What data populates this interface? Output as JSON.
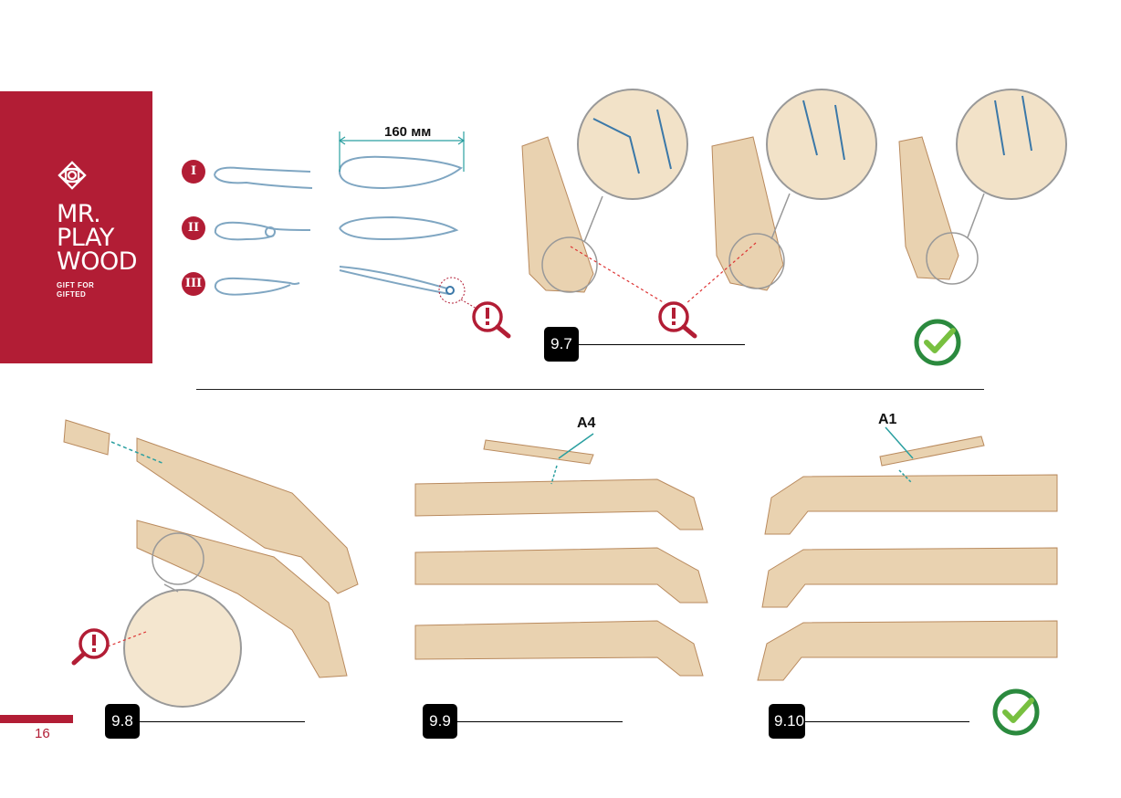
{
  "brand": {
    "name_lines": [
      "MR.",
      "PLAY",
      "WOOD"
    ],
    "tagline_lines": [
      "GIFT FOR",
      "GIFTED"
    ],
    "color": "#b21d35"
  },
  "page_number": "16",
  "variants": [
    {
      "numeral": "I"
    },
    {
      "numeral": "II"
    },
    {
      "numeral": "III"
    }
  ],
  "band": {
    "length_label": "160 мм"
  },
  "steps": {
    "s97": "9.7",
    "s98": "9.8",
    "s99": "9.9",
    "s910": "9.10"
  },
  "parts": {
    "a4": "A4",
    "a1": "A1"
  },
  "icons": {
    "warning": "magnifier-exclamation-icon",
    "ok": "check-circle-icon"
  },
  "colors": {
    "accent": "#b21d35",
    "ok": "#2b8a3e",
    "wood": "#e9d2b0",
    "wood_dark": "#b98a5e",
    "cord": "#7fa6c2"
  }
}
